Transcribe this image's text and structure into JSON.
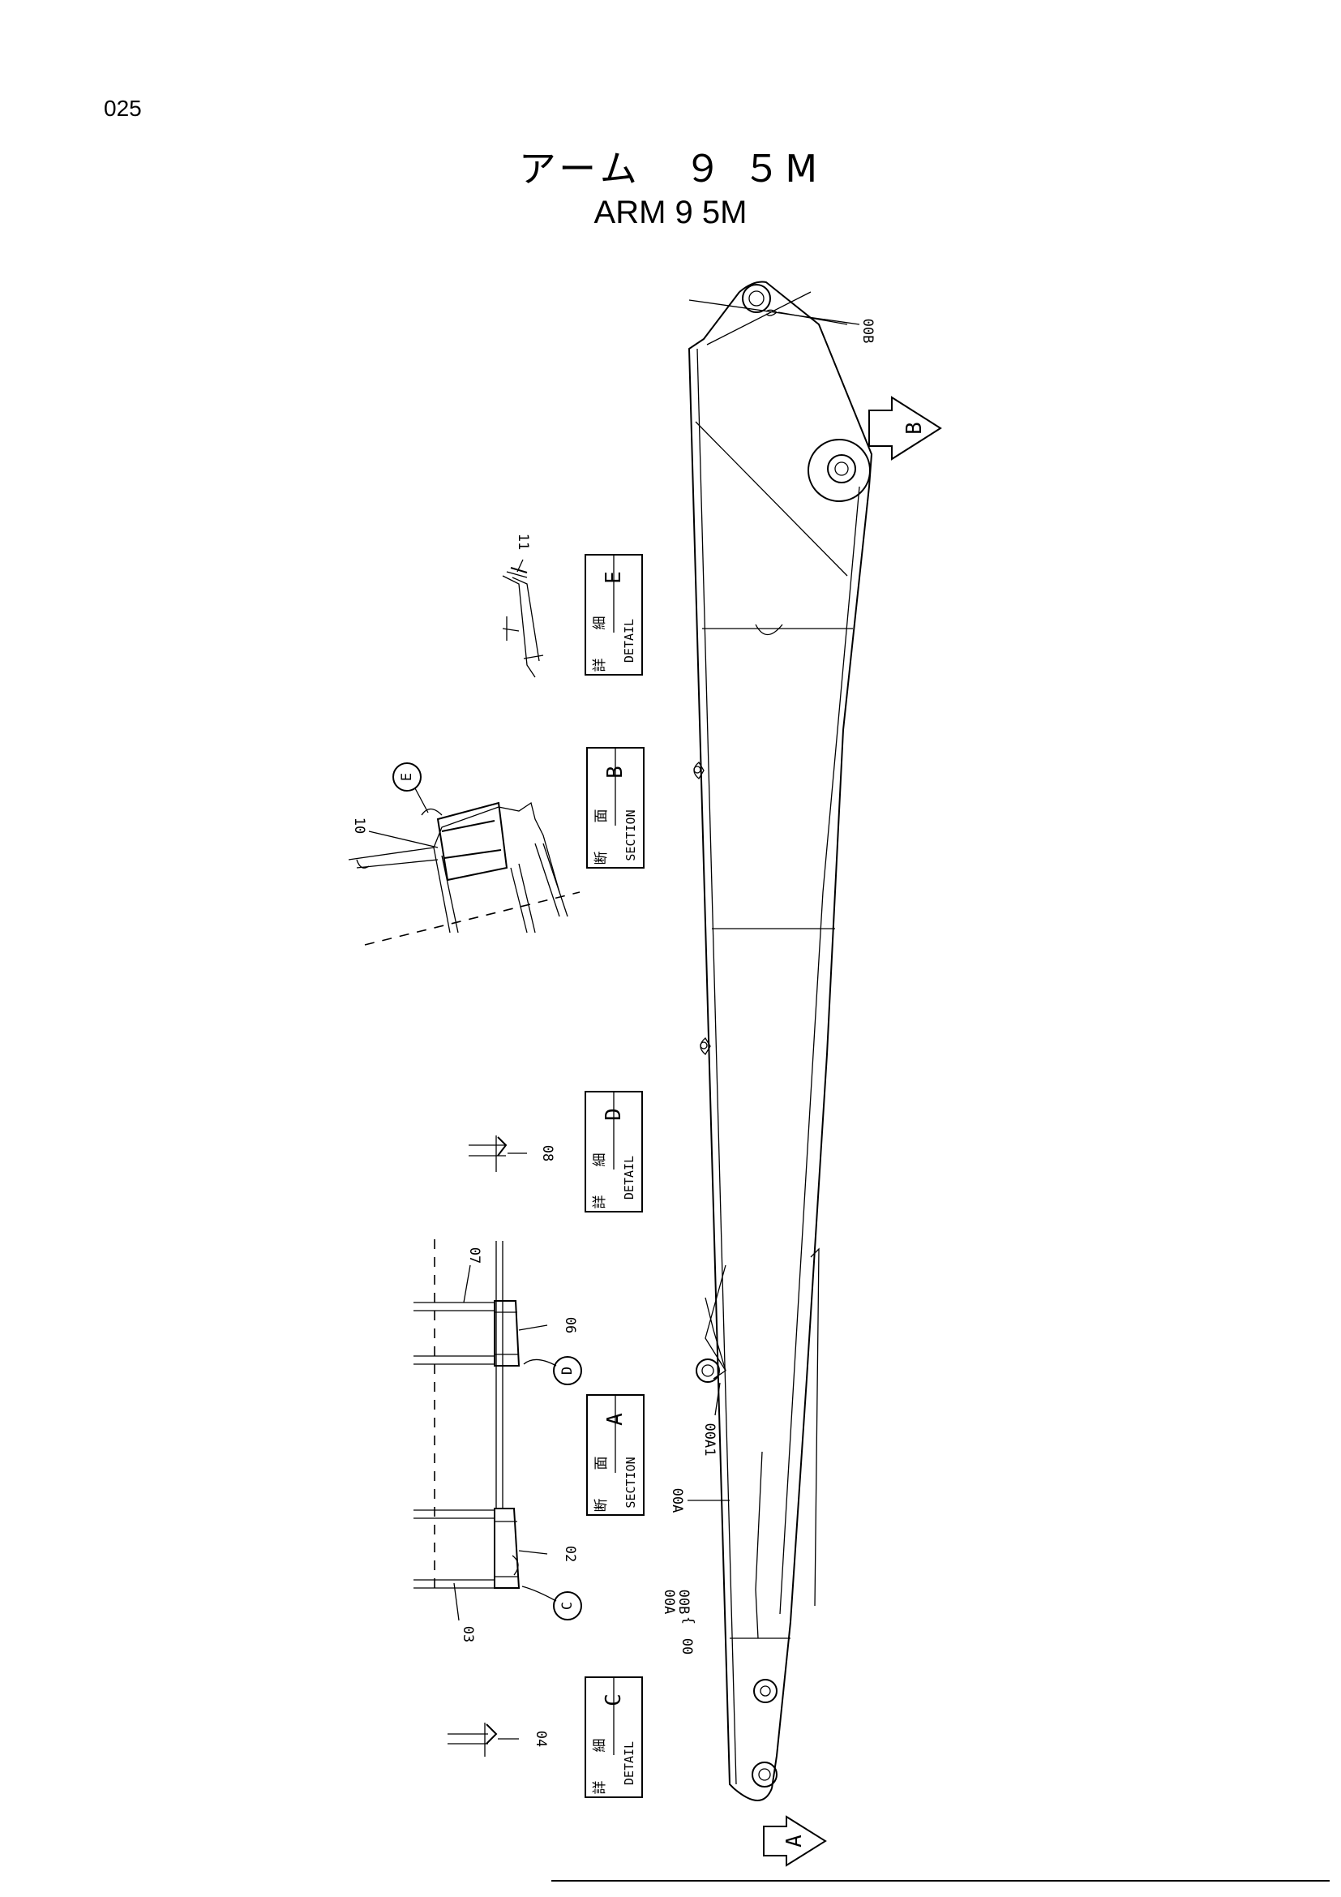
{
  "page_number": "025",
  "title_jp": "アーム　９ ５M",
  "title_en": "ARM 9 5M",
  "views": {
    "arrow_a": "A",
    "arrow_b": "B"
  },
  "boxes": {
    "detail_e": {
      "jp1": "詳",
      "jp2": "細",
      "en": "DETAIL",
      "letter": "E"
    },
    "section_b": {
      "jp1": "断",
      "jp2": "面",
      "en": "SECTION",
      "letter": "B"
    },
    "detail_d": {
      "jp1": "詳",
      "jp2": "細",
      "en": "DETAIL",
      "letter": "D"
    },
    "section_a": {
      "jp1": "断",
      "jp2": "面",
      "en": "SECTION",
      "letter": "A"
    },
    "detail_c": {
      "jp1": "詳",
      "jp2": "細",
      "en": "DETAIL",
      "letter": "C"
    }
  },
  "callouts": {
    "c": "C",
    "d": "D",
    "e": "E"
  },
  "part_labels": {
    "p00B_top": "00B",
    "p11": "11",
    "p10": "10",
    "p08": "08",
    "p07": "07",
    "p06": "06",
    "p02": "02",
    "p03": "03",
    "p04": "04",
    "p00A1": "00A1",
    "p00A": "00A",
    "p00": "00",
    "p00A_brace": "00A",
    "p00B_brace": "00B"
  }
}
